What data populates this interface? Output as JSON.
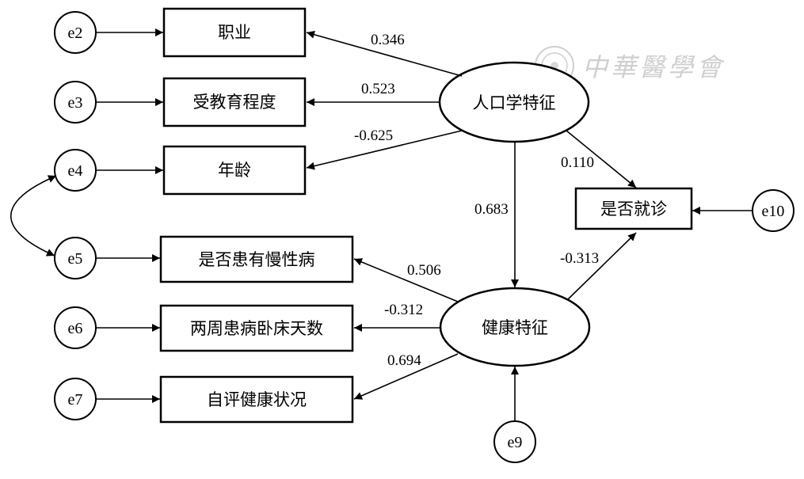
{
  "observed": {
    "occupation": "职业",
    "education": "受教育程度",
    "age": "年龄",
    "chronic": "是否患有慢性病",
    "bed_days": "两周患病卧床天数",
    "self_rated": "自评健康状况",
    "visit": "是否就诊"
  },
  "latent": {
    "demographic": "人口学特征",
    "health": "健康特征"
  },
  "errors": {
    "e2": "e2",
    "e3": "e3",
    "e4": "e4",
    "e5": "e5",
    "e6": "e6",
    "e7": "e7",
    "e9": "e9",
    "e10": "e10"
  },
  "coefficients": {
    "demo_occupation": "0.346",
    "demo_education": "0.523",
    "demo_age": "-0.625",
    "demo_visit": "0.110",
    "demo_health": "0.683",
    "health_visit": "-0.313",
    "health_chronic": "0.506",
    "health_bed_days": "-0.312",
    "health_self_rated": "0.694"
  },
  "watermark": {
    "text": "中華醫學會",
    "color": "#cfcfcf"
  },
  "colors": {
    "stroke": "#000000",
    "background": "#ffffff"
  }
}
